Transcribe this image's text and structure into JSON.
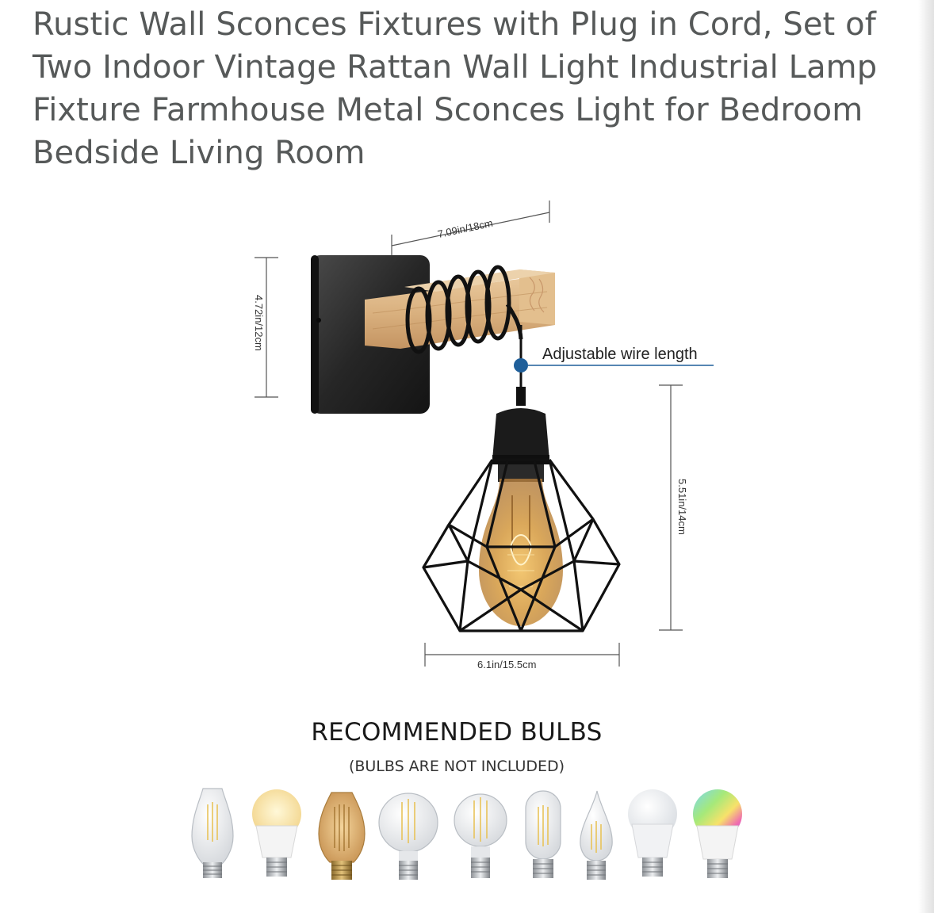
{
  "product": {
    "title": "Rustic Wall Sconces Fixtures with Plug in Cord, Set of Two Indoor Vintage Rattan Wall Light Industrial Lamp Fixture Farmhouse Metal Sconces Light for Bedroom Bedside Living Room"
  },
  "image": {
    "dimensions": {
      "width_label": "7.09in/18cm",
      "height_label": "4.72in/12cm",
      "shade_height_label": "5.51in/14cm",
      "shade_width_label": "6.1in/15.5cm"
    },
    "callout": {
      "wire_label": "Adjustable wire length"
    },
    "recommended": {
      "title": "RECOMMENDED BULBS",
      "subtitle": "(BULBS ARE NOT INCLUDED)",
      "bulbs": [
        "st64-filament",
        "smart-a19-warm",
        "st64-amber",
        "g25-globe",
        "g25-filament",
        "t45-tubular",
        "candle-flame",
        "a19-white",
        "rgb-smart"
      ]
    },
    "colors": {
      "wood": "#d9b07e",
      "metal": "#1e1e1e",
      "accent_dot": "#1f5f9a"
    }
  }
}
